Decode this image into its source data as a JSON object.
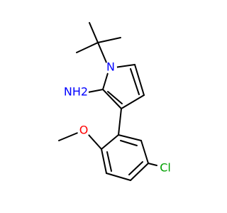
{
  "molecule": {
    "atoms": {
      "n1": {
        "label": "N",
        "color": "#0000ff"
      },
      "n2": {
        "label": "NH2",
        "color": "#0000ff"
      },
      "o1": {
        "label": "O",
        "color": "#ff0000"
      },
      "cl1": {
        "label": "Cl",
        "color": "#00a000"
      }
    },
    "bond_color": "#000000",
    "background": "#ffffff"
  }
}
